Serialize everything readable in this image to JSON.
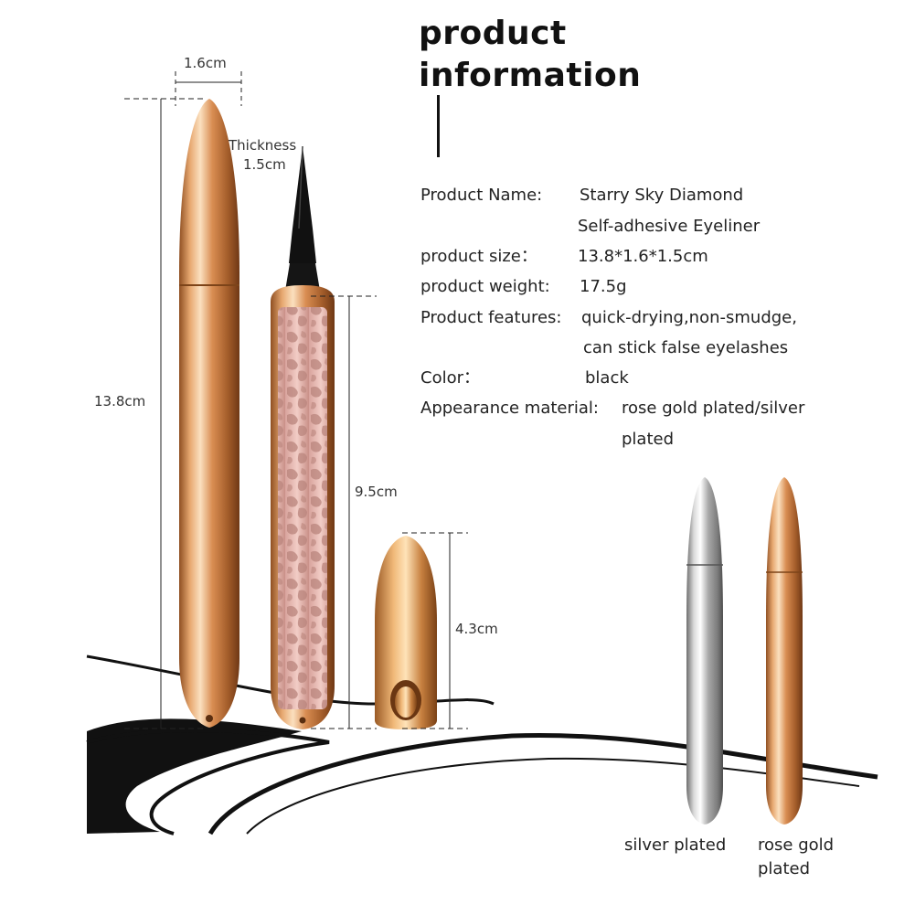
{
  "title": {
    "line1": "product",
    "line2": "information"
  },
  "specs": {
    "name_label": "Product Name:",
    "name_value_1": "Starry Sky Diamond",
    "name_value_2": "Self-adhesive Eyeliner",
    "size_label": "product size：",
    "size_value": "13.8*1.6*1.5cm",
    "weight_label": "product weight:",
    "weight_value": "17.5g",
    "features_label": "Product features:",
    "features_value_1": "quick-drying,non-smudge,",
    "features_value_2": "can stick false eyelashes",
    "color_label": "Color：",
    "color_value": "black",
    "material_label": "Appearance material:",
    "material_value_1": "rose gold plated/silver",
    "material_value_2": "plated"
  },
  "dimensions": {
    "width": "1.6cm",
    "thickness_label": "Thickness",
    "thickness_value": "1.5cm",
    "length": "13.8cm",
    "body": "9.5cm",
    "cap": "4.3cm"
  },
  "variants": {
    "silver": "silver plated",
    "rose_line1": "rose gold",
    "rose_line2": "plated"
  },
  "colors": {
    "gold": "#c9864f",
    "gold_light": "#f3c79b",
    "silver": "#c6c6c6",
    "pink": "#e9b9b4",
    "ink": "#111111"
  }
}
